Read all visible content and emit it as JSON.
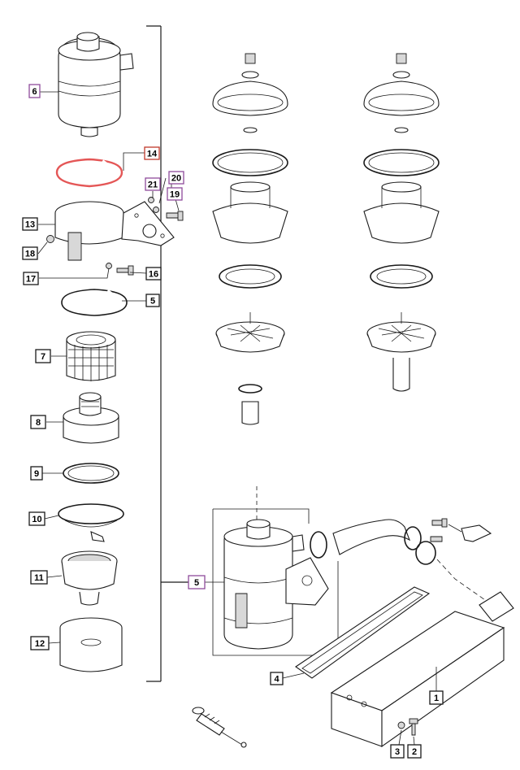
{
  "colors": {
    "line": "#1a1a1a",
    "purple_highlight": "#8e4c9c",
    "red_highlight": "#c0392b",
    "ring_14": "#e45656"
  },
  "callouts": {
    "c1": "1",
    "c2": "2",
    "c3": "3",
    "c4": "4",
    "c5a": "5",
    "c5b": "5",
    "c6": "6",
    "c7": "7",
    "c8": "8",
    "c9": "9",
    "c10": "10",
    "c11": "11",
    "c12": "12",
    "c13": "13",
    "c14": "14",
    "c16": "16",
    "c17": "17",
    "c18": "18",
    "c19": "19",
    "c20": "20",
    "c21": "21"
  }
}
